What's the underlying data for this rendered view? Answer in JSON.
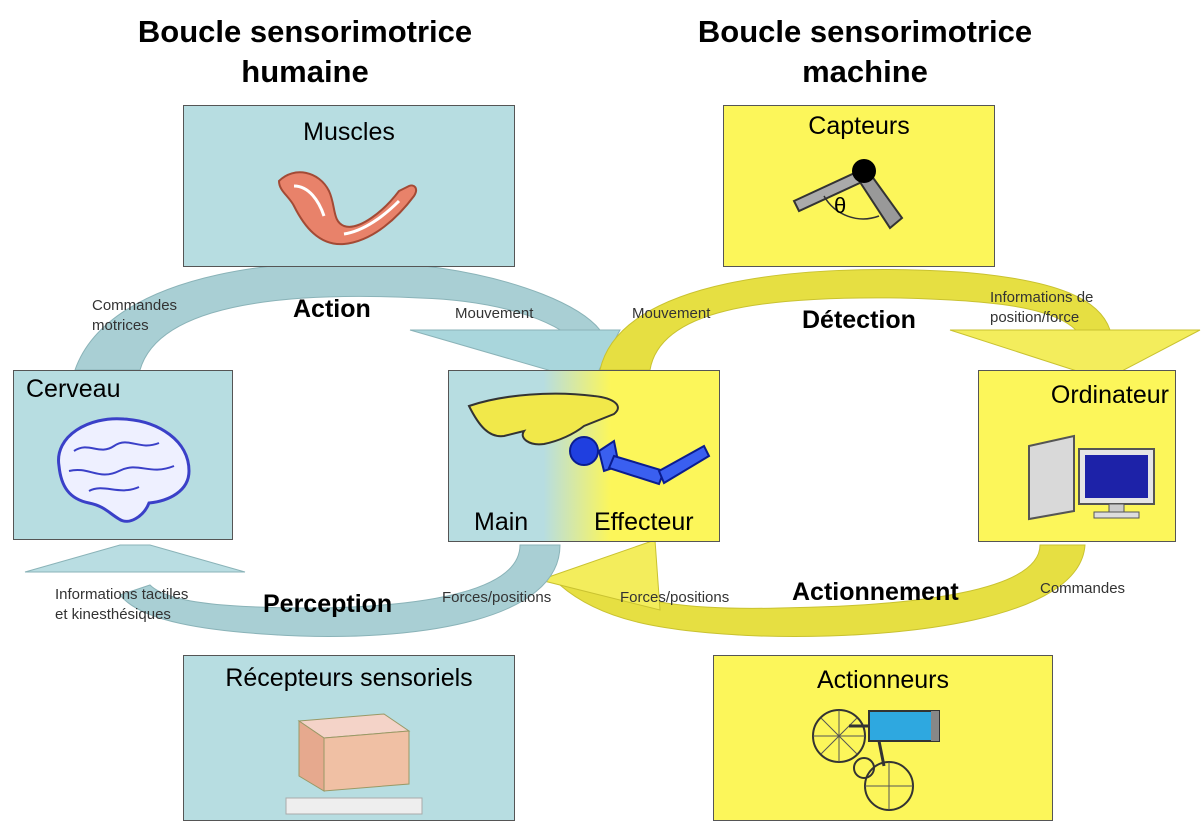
{
  "titles": {
    "left": [
      "Boucle sensorimotrice",
      "humaine"
    ],
    "right": [
      "Boucle sensorimotrice",
      "machine"
    ]
  },
  "boxes": {
    "muscles": "Muscles",
    "capteurs": "Capteurs",
    "cerveau": "Cerveau",
    "main": "Main",
    "effecteur": "Effecteur",
    "ordinateur": "Ordinateur",
    "recepteurs": "Récepteurs sensoriels",
    "actionneurs": "Actionneurs",
    "theta": "θ"
  },
  "loops": {
    "action": "Action",
    "detection": "Détection",
    "perception": "Perception",
    "actionnement": "Actionnement"
  },
  "flows": {
    "commandes_motrices": [
      "Commandes",
      "motrices"
    ],
    "mouvement_left": "Mouvement",
    "mouvement_right": "Mouvement",
    "informations_position": [
      "Informations de",
      "position/force"
    ],
    "informations_tactiles": [
      "Informations tactiles",
      "et kinesthésiques"
    ],
    "forces_left": "Forces/positions",
    "forces_right": "Forces/positions",
    "commandes": "Commandes"
  },
  "colors": {
    "human": "#b7dde1",
    "machine": "#fcf65a",
    "human_arrow": "#9fc9cf",
    "machine_arrow": "#e3dc3a"
  }
}
